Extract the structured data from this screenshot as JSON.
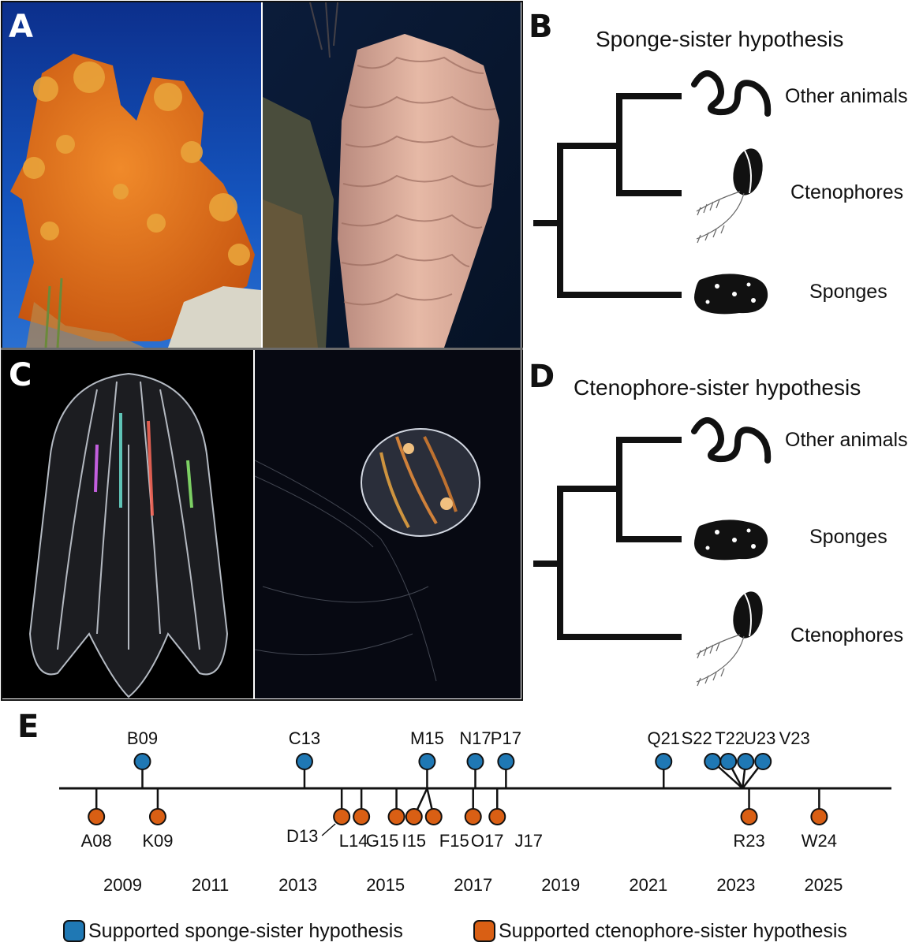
{
  "panels": {
    "a": "A",
    "b": "B",
    "c": "C",
    "d": "D",
    "e": "E"
  },
  "tree_b": {
    "title": "Sponge-sister hypothesis",
    "leaves": [
      "Other animals",
      "Ctenophores",
      "Sponges"
    ],
    "icons": [
      "worm-icon",
      "ctenophore-icon",
      "sponge-icon"
    ]
  },
  "tree_d": {
    "title": "Ctenophore-sister hypothesis",
    "leaves": [
      "Other animals",
      "Sponges",
      "Ctenophores"
    ],
    "icons": [
      "worm-icon",
      "sponge-icon",
      "ctenophore-icon"
    ]
  },
  "colors": {
    "sponge_sister": "#1f78b4",
    "ctenophore_sister": "#d95f14",
    "line": "#111111"
  },
  "timeline": {
    "years": [
      2009,
      2011,
      2013,
      2015,
      2017,
      2019,
      2021,
      2023,
      2025
    ],
    "range": [
      2007.55,
      2026.55
    ],
    "sponge_sister": [
      {
        "label": "B09",
        "date": 2009.45
      },
      {
        "label": "C13",
        "date": 2013.15
      },
      {
        "label": "M15",
        "date": 2015.95
      },
      {
        "label": "N17",
        "date": 2017.05
      },
      {
        "label": "P17",
        "date": 2017.75
      },
      {
        "label": "Q21",
        "date": 2021.35
      },
      {
        "label": "S22",
        "date": 2022.55
      },
      {
        "label": "T22",
        "date": 2022.9
      },
      {
        "label": "U23",
        "date": 2023.3
      },
      {
        "label": "V23",
        "date": 2023.7
      }
    ],
    "ctenophore_sister": [
      {
        "label": "A08",
        "date": 2008.4
      },
      {
        "label": "K09",
        "date": 2009.8
      },
      {
        "label": "D13",
        "date": 2014.0
      },
      {
        "label": "L14",
        "date": 2014.45
      },
      {
        "label": "G15",
        "date": 2015.25
      },
      {
        "label": "I15",
        "date": 2015.65
      },
      {
        "label": "F15",
        "date": 2016.1
      },
      {
        "label": "O17",
        "date": 2017.0
      },
      {
        "label": "J17",
        "date": 2017.55
      },
      {
        "label": "R23",
        "date": 2023.3
      },
      {
        "label": "W24",
        "date": 2024.9
      }
    ]
  },
  "legend": {
    "sponge": "Supported sponge-sister hypothesis",
    "ctenophore": "Supported ctenophore-sister hypothesis"
  }
}
